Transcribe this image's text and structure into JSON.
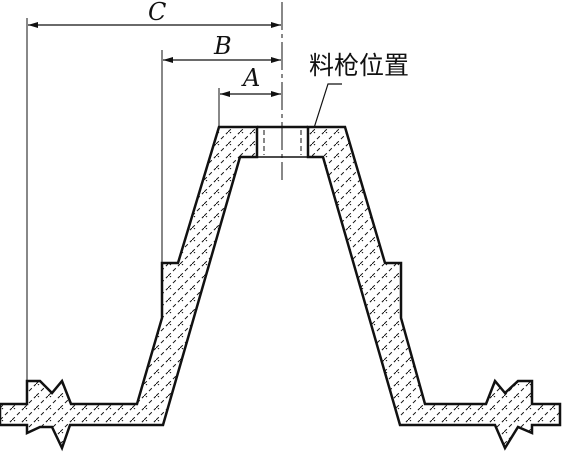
{
  "labels": {
    "dim_a": "A",
    "dim_b": "B",
    "dim_c": "C",
    "position_note": "料枪位置"
  }
}
